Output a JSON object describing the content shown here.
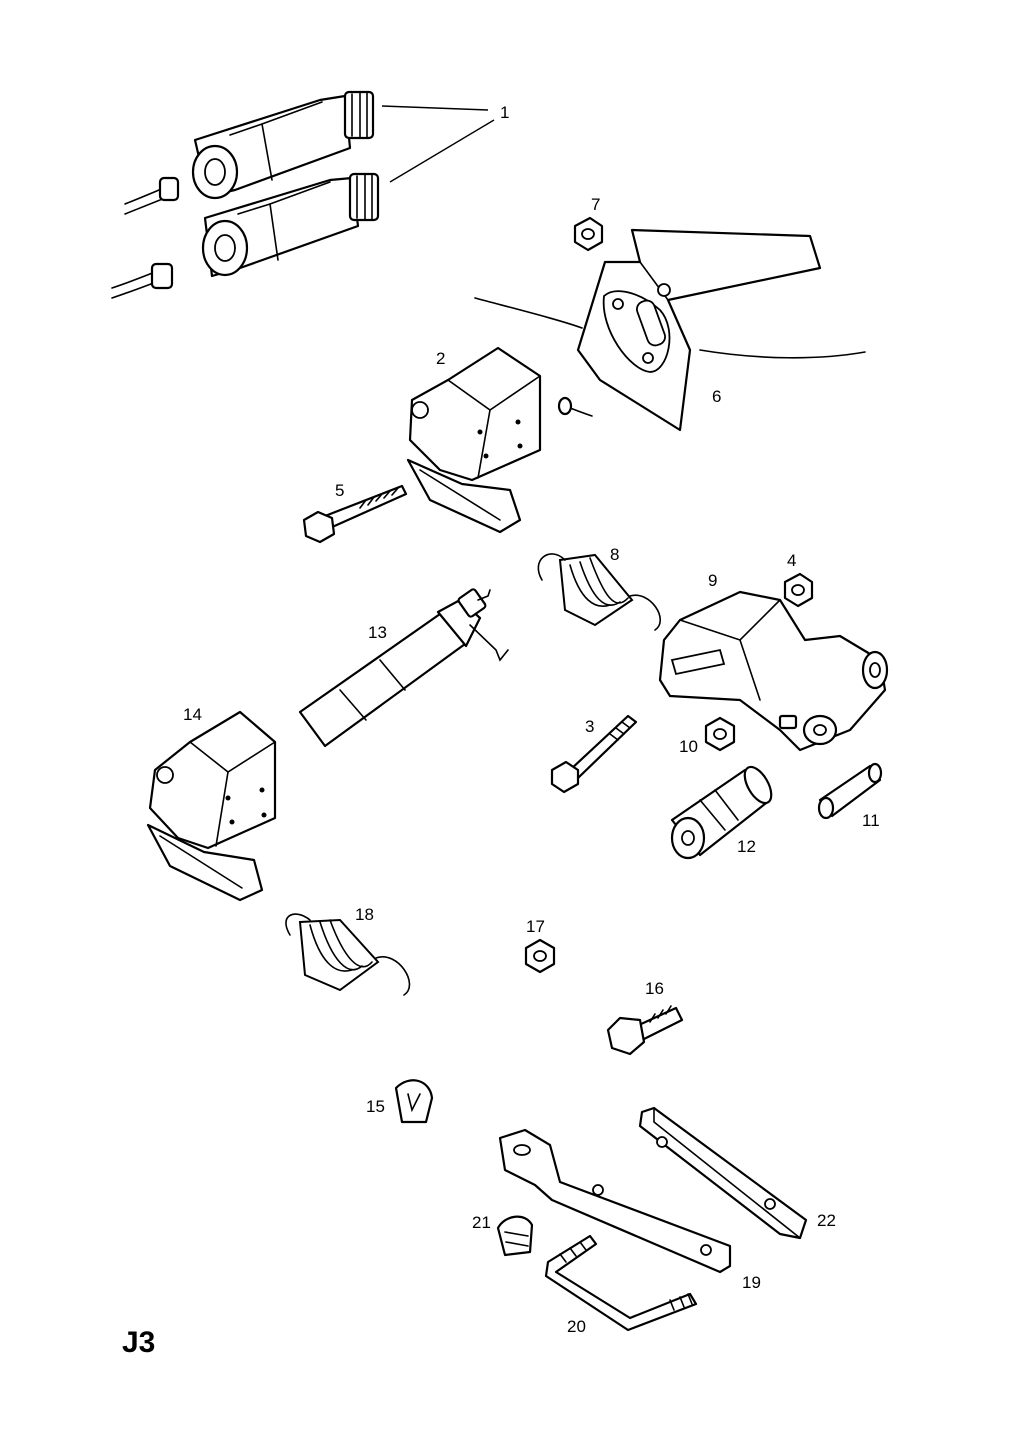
{
  "page_id": "J3",
  "callouts": {
    "c1": "1",
    "c2": "2",
    "c3": "3",
    "c4": "4",
    "c5": "5",
    "c6": "6",
    "c7": "7",
    "c8": "8",
    "c9": "9",
    "c10": "10",
    "c11": "11",
    "c12": "12",
    "c13": "13",
    "c14": "14",
    "c15": "15",
    "c16": "16",
    "c17": "17",
    "c18": "18",
    "c19": "19",
    "c20": "20",
    "c21": "21",
    "c22": "22"
  }
}
